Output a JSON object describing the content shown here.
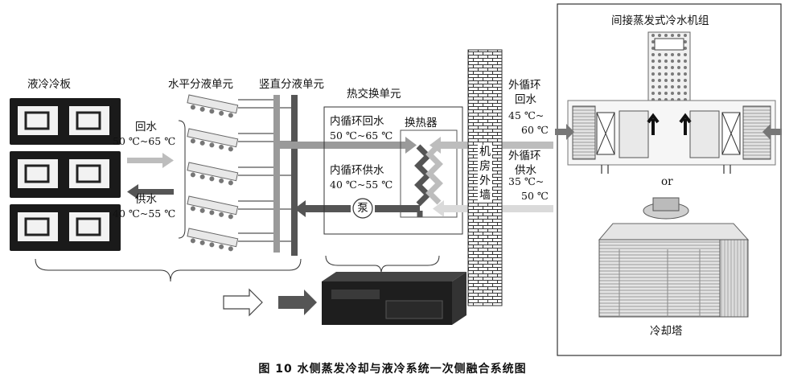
{
  "caption": "图 10   水侧蒸发冷却与液冷系统一次侧融合系统图",
  "labels": {
    "cold_plate": "液冷冷板",
    "horizontal_unit": "水平分液单元",
    "vertical_unit": "竖直分液单元",
    "heat_exchange_unit": "热交换单元",
    "inner_return": "内循环回水",
    "inner_return_temp": "50 ℃~65 ℃",
    "heat_exchanger": "换热器",
    "inner_supply": "内循环供水",
    "inner_supply_temp": "40 ℃~55 ℃",
    "pump": "泵",
    "return_water": "回水",
    "return_temp": "50 ℃~65 ℃",
    "supply_water": "供水",
    "supply_temp": "40 ℃~55 ℃",
    "wall": "机房外墙",
    "outer_return_line1": "外循环",
    "outer_return_line2": "回水",
    "outer_return_temp1": "45 ℃~",
    "outer_return_temp2": "60 ℃",
    "outer_supply_line1": "外循环",
    "outer_supply_line2": "供水",
    "outer_supply_temp1": "35 ℃~",
    "outer_supply_temp2": "50 ℃",
    "chiller_title": "间接蒸发式冷水机组",
    "or": "or",
    "cooling_tower": "冷却塔"
  },
  "colors": {
    "dark_arrow": "#555555",
    "light_arrow": "#bdbdbd",
    "wall_brick": "#444444",
    "line": "#333333"
  }
}
